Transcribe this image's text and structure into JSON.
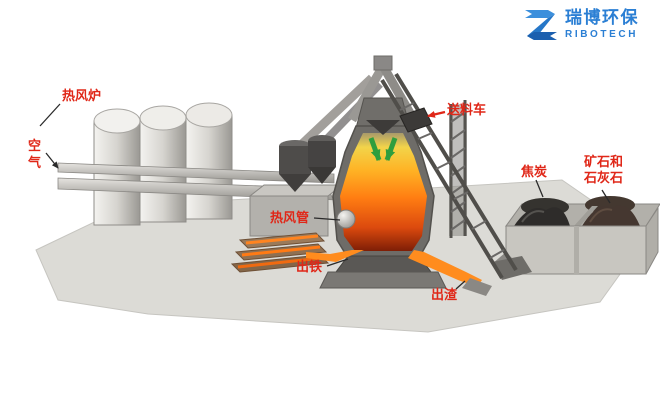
{
  "colors": {
    "label_red": "#e02718",
    "logo_blue": "#2b7fd4",
    "molten_orange": "#ff7d12",
    "arrow_green": "#2e9e3e"
  },
  "logo": {
    "brand_cn": "瑞博环保",
    "brand_en": "RIBOTECH"
  },
  "diagram": {
    "labels": {
      "hot_blast_stove": "热风炉",
      "air": "空气",
      "hot_blast_pipe": "热风管",
      "charging_car": "送料车",
      "coke": "焦炭",
      "ore_limestone_line1": "矿石和",
      "ore_limestone_line2": "石灰石",
      "iron_tapping": "出铁",
      "slag_tapping": "出渣"
    }
  }
}
